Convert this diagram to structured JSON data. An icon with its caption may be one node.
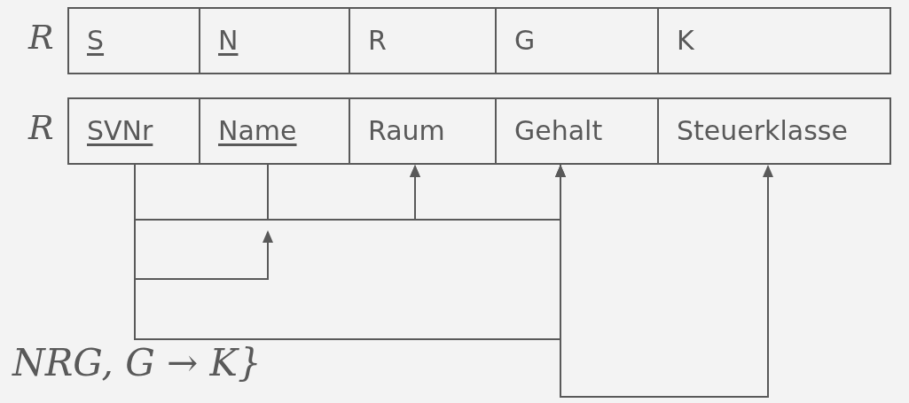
{
  "diagram": {
    "nodes": [
      {
        "text": [
          "S"
        ]
      },
      {
        "text": [
          "N"
        ]
      },
      {
        "text": [
          "R"
        ]
      },
      {
        "text": [
          "G"
        ]
      },
      {
        "text": [
          "K"
        ]
      },
      {
        "text": [
          "SVNr"
        ]
      },
      {
        "text": [
          "Name"
        ]
      },
      {
        "text": [
          "Raum"
        ]
      },
      {
        "text": [
          "Gehalt"
        ]
      },
      {
        "text": [
          "Steuerklasse"
        ]
      }
    ],
    "edges": [
      {
        "from": 5,
        "to": 7,
        "arrow": "to"
      },
      {
        "from": 5,
        "to": 8,
        "arrow": "to"
      },
      {
        "from": 6,
        "to": 7,
        "arrow": "to"
      },
      {
        "from": 6,
        "to": 8,
        "arrow": "to"
      },
      {
        "from": 5,
        "to": 6,
        "arrow": "to"
      },
      {
        "from": 5,
        "to": 8,
        "arrow": "to"
      },
      {
        "from": 8,
        "to": 9,
        "arrow": "to"
      }
    ],
    "labels": [
      "R",
      "R",
      "NRG, G → K}"
    ]
  }
}
